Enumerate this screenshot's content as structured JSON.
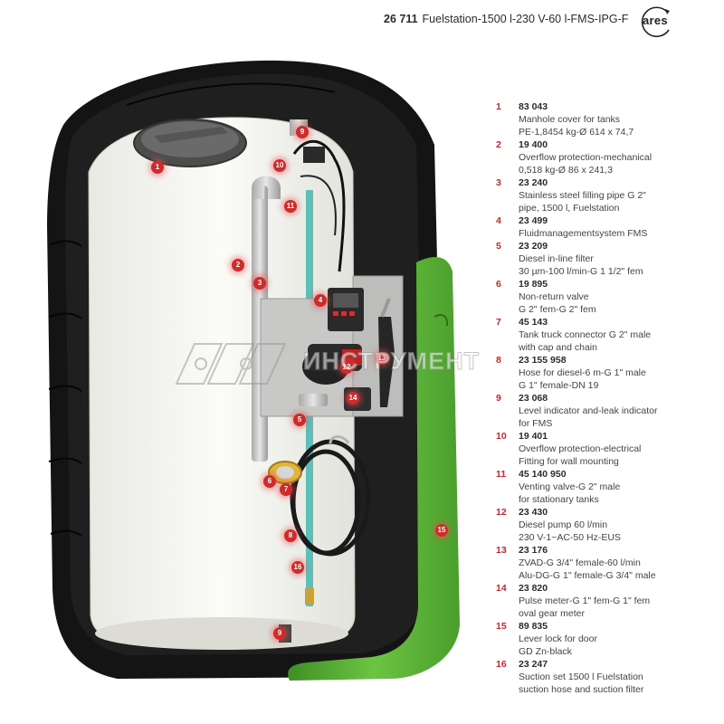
{
  "header": {
    "code": "26 711",
    "title": "Fuelstation-1500 l-230 V-60 l-FMS-IPG-F",
    "logo_text": "ares"
  },
  "watermark": {
    "text": "ИНСТРУМЕНТ"
  },
  "colors": {
    "accent": "#c8282e",
    "green": "#5cb335",
    "tank_black": "#141414",
    "callout": "#d02b2b"
  },
  "parts": [
    {
      "num": "1",
      "code": "83 043",
      "lines": [
        "Manhole cover for tanks",
        "PE-1,8454 kg-Ø 614 x 74,7"
      ]
    },
    {
      "num": "2",
      "code": "19 400",
      "lines": [
        "Overflow protection-mechanical",
        "0,518 kg-Ø 86 x 241,3"
      ]
    },
    {
      "num": "3",
      "code": "23 240",
      "lines": [
        "Stainless steel filling pipe G 2\"",
        "pipe, 1500 l, Fuelstation"
      ]
    },
    {
      "num": "4",
      "code": "23 499",
      "lines": [
        "Fluidmanagementsystem FMS"
      ]
    },
    {
      "num": "5",
      "code": "23 209",
      "lines": [
        "Diesel in-line filter",
        "30 µm-100 l/min-G 1 1/2\" fem"
      ]
    },
    {
      "num": "6",
      "code": "19 895",
      "lines": [
        "Non-return valve",
        "G 2\" fem-G 2\" fem"
      ]
    },
    {
      "num": "7",
      "code": "45 143",
      "lines": [
        "Tank truck connector G 2\" male",
        "with cap and chain"
      ]
    },
    {
      "num": "8",
      "code": "23 155 958",
      "lines": [
        "Hose for diesel-6 m-G 1\" male",
        "G 1\" female-DN 19"
      ]
    },
    {
      "num": "9",
      "code": "23 068",
      "lines": [
        "Level indicator and-leak indicator",
        "for FMS"
      ]
    },
    {
      "num": "10",
      "code": "19 401",
      "lines": [
        "Overflow protection-electrical",
        "Fitting for wall mounting"
      ]
    },
    {
      "num": "11",
      "code": "45 140 950",
      "lines": [
        "Venting valve-G 2\" male",
        "for stationary tanks"
      ]
    },
    {
      "num": "12",
      "code": "23 430",
      "lines": [
        "Diesel pump 60 l/min",
        "230 V-1~AC-50 Hz-EUS"
      ]
    },
    {
      "num": "13",
      "code": "23 176",
      "lines": [
        "ZVAD-G 3/4\" female-60 l/min",
        "Alu-DG-G 1\" female-G 3/4\" male"
      ]
    },
    {
      "num": "14",
      "code": "23 820",
      "lines": [
        "Pulse meter-G 1\" fem-G 1\" fem",
        "oval gear meter"
      ]
    },
    {
      "num": "15",
      "code": "89 835",
      "lines": [
        "Lever lock for door",
        "GD Zn-black"
      ]
    },
    {
      "num": "16",
      "code": "23 247",
      "lines": [
        "Suction set 1500 l Fuelstation",
        "suction hose and suction filter"
      ]
    }
  ],
  "callouts": [
    "1",
    "2",
    "3",
    "4",
    "5",
    "6",
    "7",
    "8",
    "9",
    "10",
    "11",
    "12",
    "13",
    "14",
    "15",
    "16",
    "9"
  ]
}
